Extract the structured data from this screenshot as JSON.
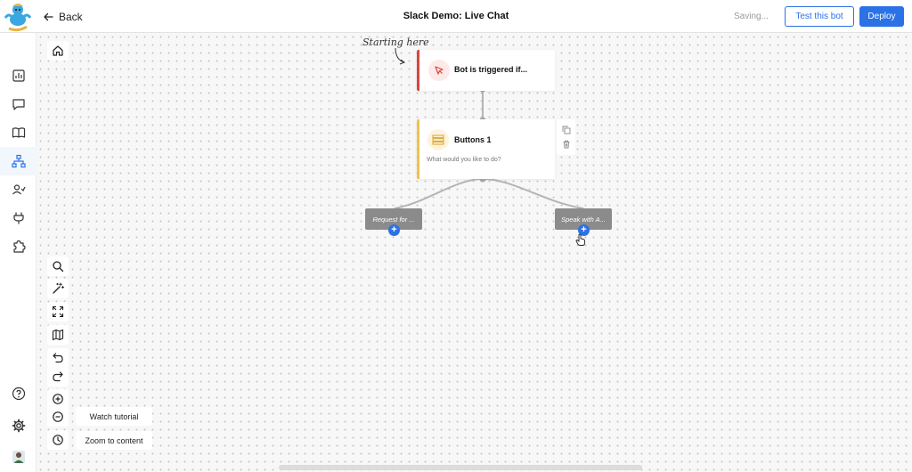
{
  "header": {
    "back_label": "Back",
    "title": "Slack Demo: Live Chat",
    "status": "Saving...",
    "test_label": "Test this bot",
    "deploy_label": "Deploy"
  },
  "sidebar": {
    "items": [
      {
        "icon": "analytics-icon"
      },
      {
        "icon": "chat-icon"
      },
      {
        "icon": "book-icon"
      },
      {
        "icon": "flow-icon",
        "active": true
      },
      {
        "icon": "users-icon"
      },
      {
        "icon": "plug-icon"
      },
      {
        "icon": "puzzle-icon"
      }
    ],
    "bottom": [
      {
        "icon": "help-icon"
      },
      {
        "icon": "gear-icon"
      },
      {
        "icon": "avatar"
      }
    ]
  },
  "canvas": {
    "annotation": "Starting here",
    "trigger_node": {
      "title": "Bot is triggered if..."
    },
    "buttons_node": {
      "title": "Buttons 1",
      "subtitle": "What would you like to do?"
    },
    "options": [
      {
        "label": "Request for ..."
      },
      {
        "label": "Speak with A..."
      }
    ],
    "tools": {
      "watch_tutorial": "Watch tutorial",
      "zoom_to_content": "Zoom to content"
    }
  },
  "colors": {
    "accent": "#2a72e5",
    "trigger": "#d9453f",
    "buttons": "#f1c24b",
    "option": "#8b8b8b"
  }
}
